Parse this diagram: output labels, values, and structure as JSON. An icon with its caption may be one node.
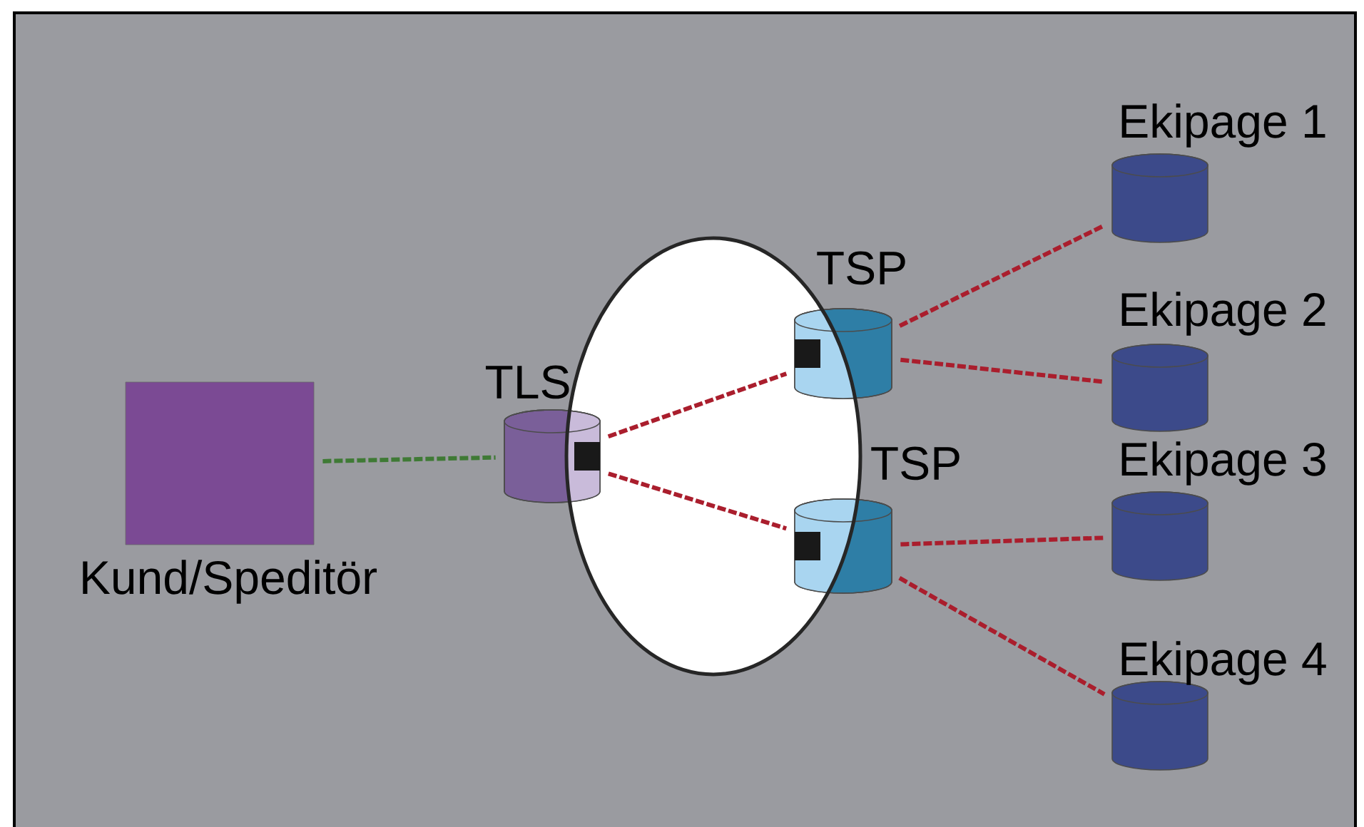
{
  "diagram": {
    "nodes": [
      {
        "text": [
          "Kund/Speditör"
        ]
      },
      {
        "text": [
          "TLS"
        ]
      },
      {
        "text": [
          "TSP"
        ]
      },
      {
        "text": [
          "TSP"
        ]
      },
      {
        "text": [
          "Ekipage 1"
        ]
      },
      {
        "text": [
          "Ekipage 2"
        ]
      },
      {
        "text": [
          "Ekipage 3"
        ]
      },
      {
        "text": [
          "Ekipage 4"
        ]
      }
    ],
    "edges": [
      {
        "from": 0,
        "to": 1,
        "arrow": "none",
        "style": "dashed",
        "color": "#3f7a35"
      },
      {
        "from": 1,
        "to": 2,
        "arrow": "none",
        "style": "dashed"
      },
      {
        "from": 1,
        "to": 3,
        "arrow": "none",
        "style": "dashed"
      },
      {
        "from": 2,
        "to": 4,
        "arrow": "none",
        "style": "dashed"
      },
      {
        "from": 2,
        "to": 5,
        "arrow": "none",
        "style": "dashed"
      },
      {
        "from": 3,
        "to": 6,
        "arrow": "none",
        "style": "dashed"
      },
      {
        "from": 3,
        "to": 7,
        "arrow": "none",
        "style": "dashed"
      }
    ]
  }
}
